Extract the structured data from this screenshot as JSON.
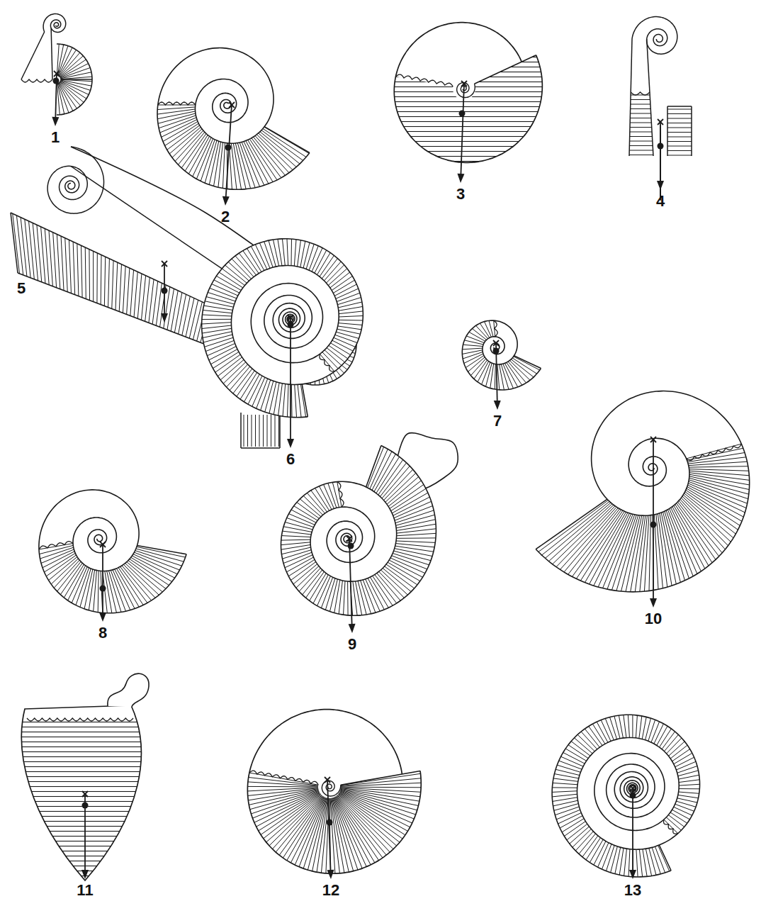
{
  "diagram": {
    "labels": [
      "1",
      "2",
      "3",
      "4",
      "5",
      "6",
      "7",
      "8",
      "9",
      "10",
      "11",
      "12",
      "13"
    ]
  }
}
